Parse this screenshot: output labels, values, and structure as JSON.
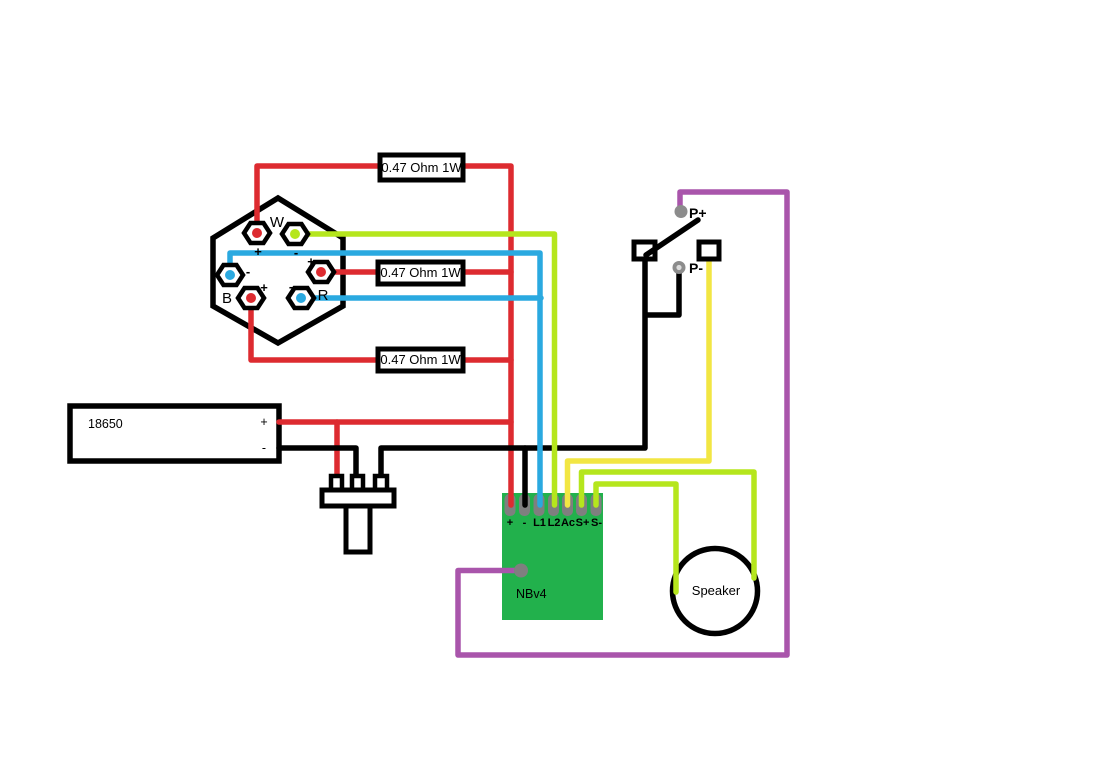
{
  "led_module": {
    "label_white": "W",
    "label_blue": "B",
    "label_red": "R",
    "pad_marks": [
      "+",
      "-",
      "-",
      "+",
      "+",
      "-"
    ]
  },
  "resistors": [
    {
      "label": "0.47 Ohm 1W"
    },
    {
      "label": "0.47 Ohm 1W"
    },
    {
      "label": "0.47 Ohm 1W"
    }
  ],
  "battery": {
    "label": "18650",
    "positive_mark": "+",
    "negative_mark": "-"
  },
  "switch": {
    "positive_label": "P+",
    "negative_label": "P-"
  },
  "driver_board": {
    "label": "NBv4",
    "pin_labels": [
      "+",
      "-",
      "L1",
      "L2",
      "Ac",
      "S+",
      "S-"
    ]
  },
  "speaker": {
    "label": "Speaker"
  },
  "colors": {
    "wire_red": "#dd2b30",
    "wire_blue": "#2aa9e0",
    "wire_lime": "#b5e61d",
    "wire_yellow": "#f2e643",
    "wire_purple": "#a955ab",
    "wire_black": "#000000",
    "board_green": "#22b14c",
    "terminal_gray": "#7f7f7f"
  }
}
